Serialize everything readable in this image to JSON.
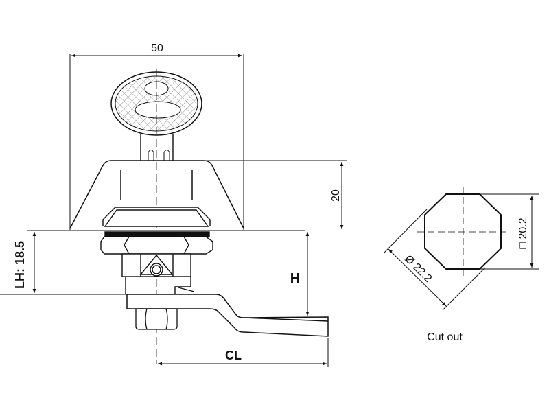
{
  "dimensions": {
    "width_label": "50",
    "cap_height_label": "20",
    "h_label": "H",
    "cl_label": "CL",
    "lh_label": "LH: 18.5",
    "square_label": "□ 20.2",
    "diameter_label": "Ø 22.2"
  },
  "cutout": {
    "title": "Cut out"
  },
  "colors": {
    "line": "#111111",
    "hatch": "#888888"
  }
}
